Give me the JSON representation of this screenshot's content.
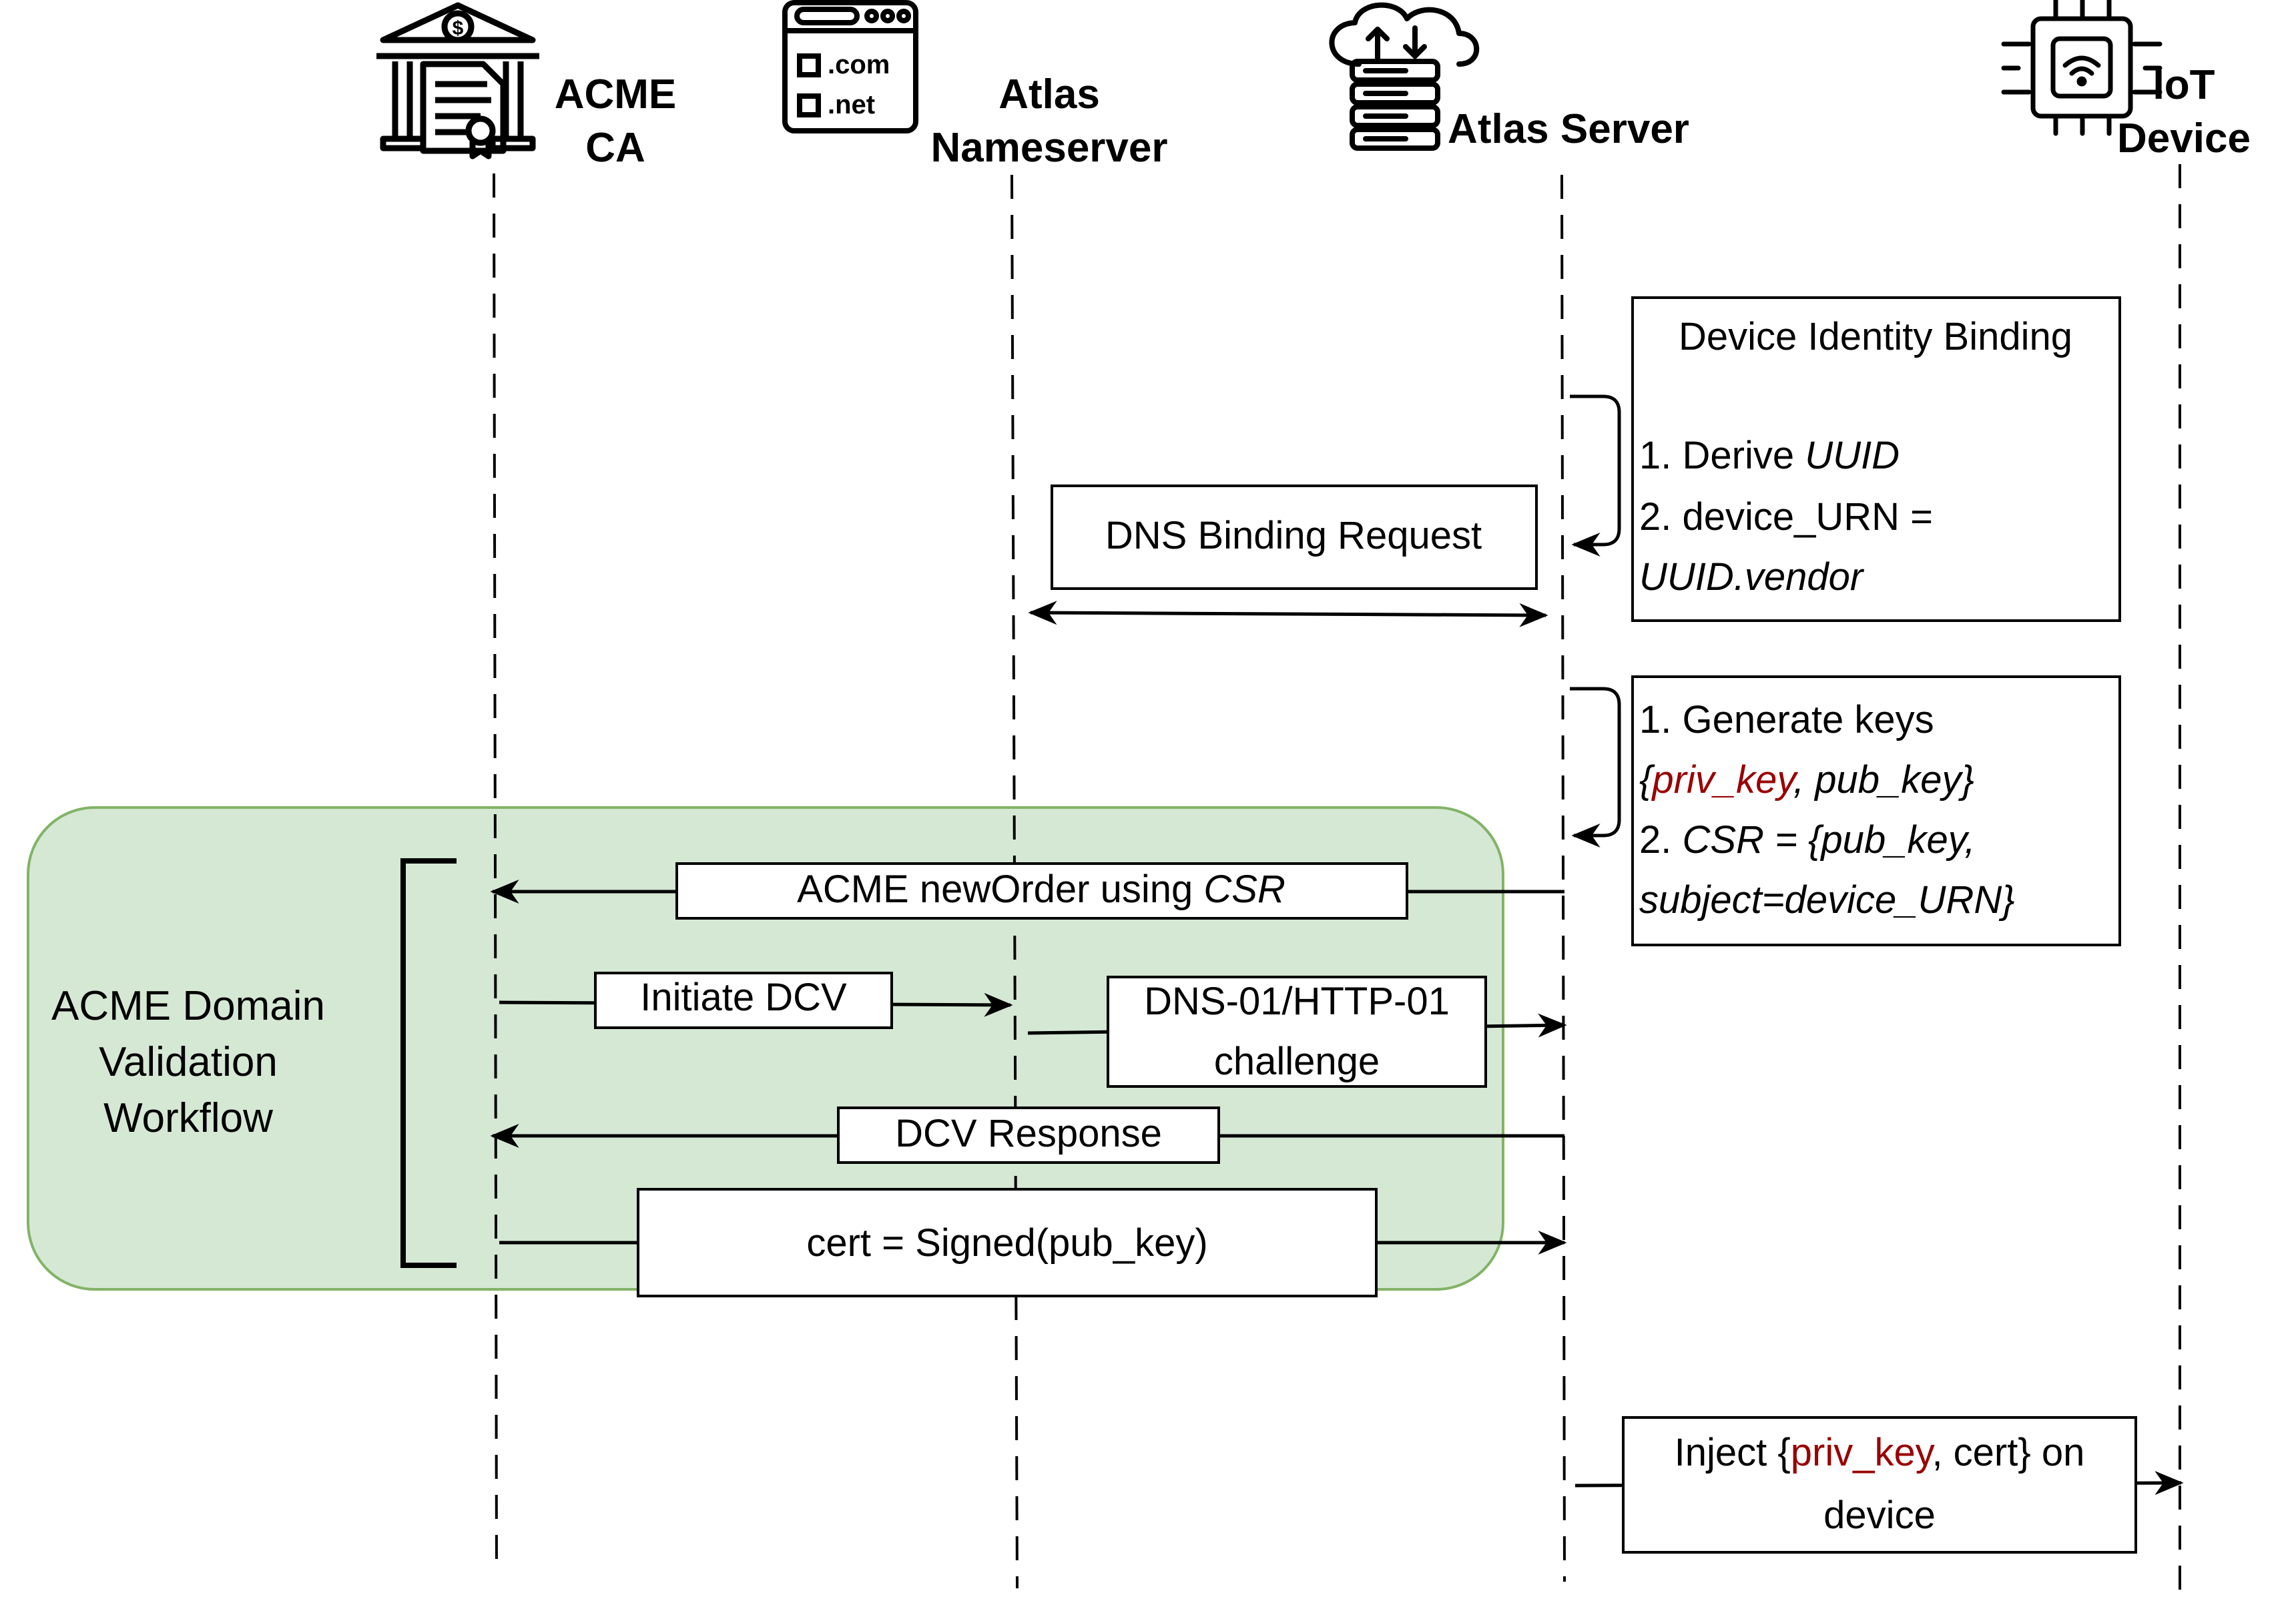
{
  "actors": {
    "acme_ca": {
      "line1": "ACME",
      "line2": "CA"
    },
    "nameserver": {
      "line1": "Atlas",
      "line2": "Nameserver",
      "icon_lines": [
        ".com",
        ".net"
      ]
    },
    "server": {
      "label": "Atlas Server"
    },
    "iot": {
      "line1": "IoT",
      "line2": "Device"
    }
  },
  "notes": {
    "binding": {
      "title": "Device Identity Binding",
      "step1_prefix": "1. Derive ",
      "step1_em": "UUID",
      "step2": "2. device_URN =",
      "step2_cont": "UUID.vendor"
    },
    "keys": {
      "step1": "1. Generate keys",
      "open": "{",
      "priv": "priv_key",
      "rest": ", pub_key}",
      "step2_prefix": "2. ",
      "step2_em": "CSR = {pub_key,",
      "step2_cont": "subject=device_URN}"
    }
  },
  "messages": {
    "dns_binding": "DNS Binding Request",
    "new_order_prefix": "ACME newOrder using ",
    "new_order_em": "CSR",
    "initiate_dcv": "Initiate DCV",
    "challenge_line1": "DNS-01/HTTP-01",
    "challenge_line2": "challenge",
    "dcv_response": "DCV Response",
    "cert": "cert = Signed(pub_key)",
    "inject_prefix": "Inject {",
    "inject_red": "priv_key",
    "inject_suffix": ", cert} on",
    "inject_line2": "device"
  },
  "workflow": {
    "line1": "ACME Domain",
    "line2": "Validation",
    "line3": "Workflow"
  },
  "colors": {
    "workflow_fill": "#d5e8d4",
    "workflow_stroke": "#82b366",
    "accent_red": "#990000"
  },
  "icons": [
    "bank-certificate-icon",
    "domain-window-icon",
    "cloud-server-icon",
    "iot-chip-icon"
  ]
}
